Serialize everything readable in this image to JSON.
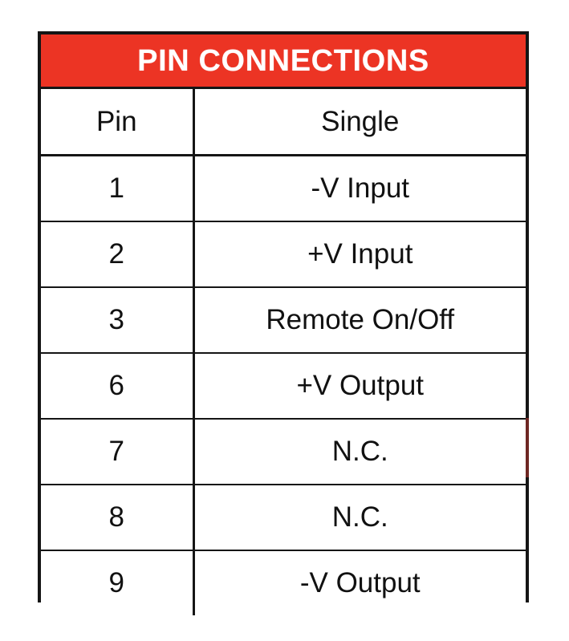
{
  "table": {
    "banner_title": "PIN CONNECTIONS",
    "accent_color": "#ec3424",
    "banner_text_color": "#ffffff",
    "border_color": "#151515",
    "background_color": "#ffffff",
    "columns": [
      {
        "key": "pin",
        "label": "Pin"
      },
      {
        "key": "single",
        "label": "Single"
      }
    ],
    "rows": [
      {
        "pin": "1",
        "single": "-V Input"
      },
      {
        "pin": "2",
        "single": "+V Input"
      },
      {
        "pin": "3",
        "single": "Remote On/Off"
      },
      {
        "pin": "6",
        "single": "+V Output"
      },
      {
        "pin": "7",
        "single": "N.C."
      },
      {
        "pin": "8",
        "single": "N.C."
      },
      {
        "pin": "9",
        "single": "-V Output"
      }
    ]
  }
}
